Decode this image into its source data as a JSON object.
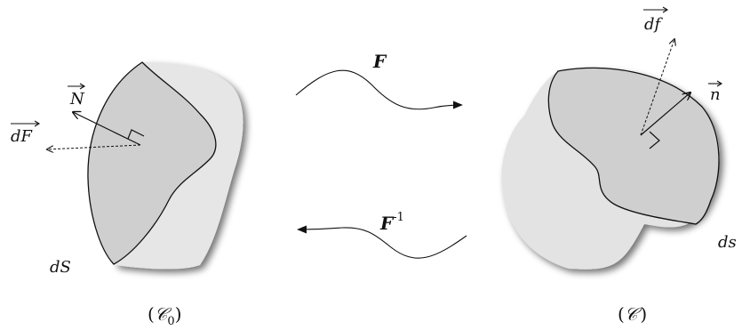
{
  "left_body": {
    "normal_label": "N",
    "force_label": "dF",
    "area_label": "dS",
    "config_open": "(",
    "config_symbol": "𝒞",
    "config_subscript": "0",
    "config_close": ")"
  },
  "right_body": {
    "normal_label": "n",
    "force_label": "df",
    "area_label": "ds",
    "config_open": "(",
    "config_symbol": "𝒞",
    "config_close": ")"
  },
  "map_forward": {
    "label": "F"
  },
  "map_inverse": {
    "label": "F",
    "superscript": "-1"
  }
}
